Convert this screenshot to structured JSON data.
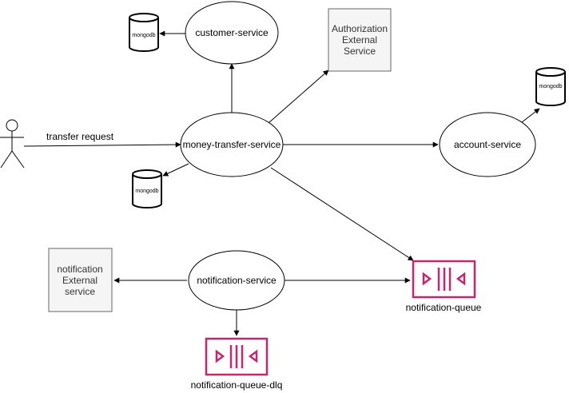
{
  "colors": {
    "stroke": "#000000",
    "node_fill": "#ffffff",
    "external_fill": "#f5f5f5",
    "external_stroke": "#666666",
    "queue_accent": "#c7266b"
  },
  "nodes": {
    "customer_service": "customer-service",
    "money_transfer_service": "money-transfer-service",
    "account_service": "account-service",
    "notification_service": "notification-service"
  },
  "external": {
    "authorization": [
      "Authorization",
      "External",
      "Service"
    ],
    "notification": [
      "notification",
      "External",
      "service"
    ]
  },
  "databases": {
    "customer_db": "mongodb",
    "transfer_db": "mongodb",
    "account_db": "mongodb"
  },
  "queues": {
    "notification_queue": "notification-queue",
    "notification_queue_dlq": "notification-queue-dlq"
  },
  "edges": {
    "transfer_request": "transfer request"
  },
  "icons": {
    "actor": "user-actor-icon",
    "database": "database-icon",
    "queue": "queue-icon"
  }
}
